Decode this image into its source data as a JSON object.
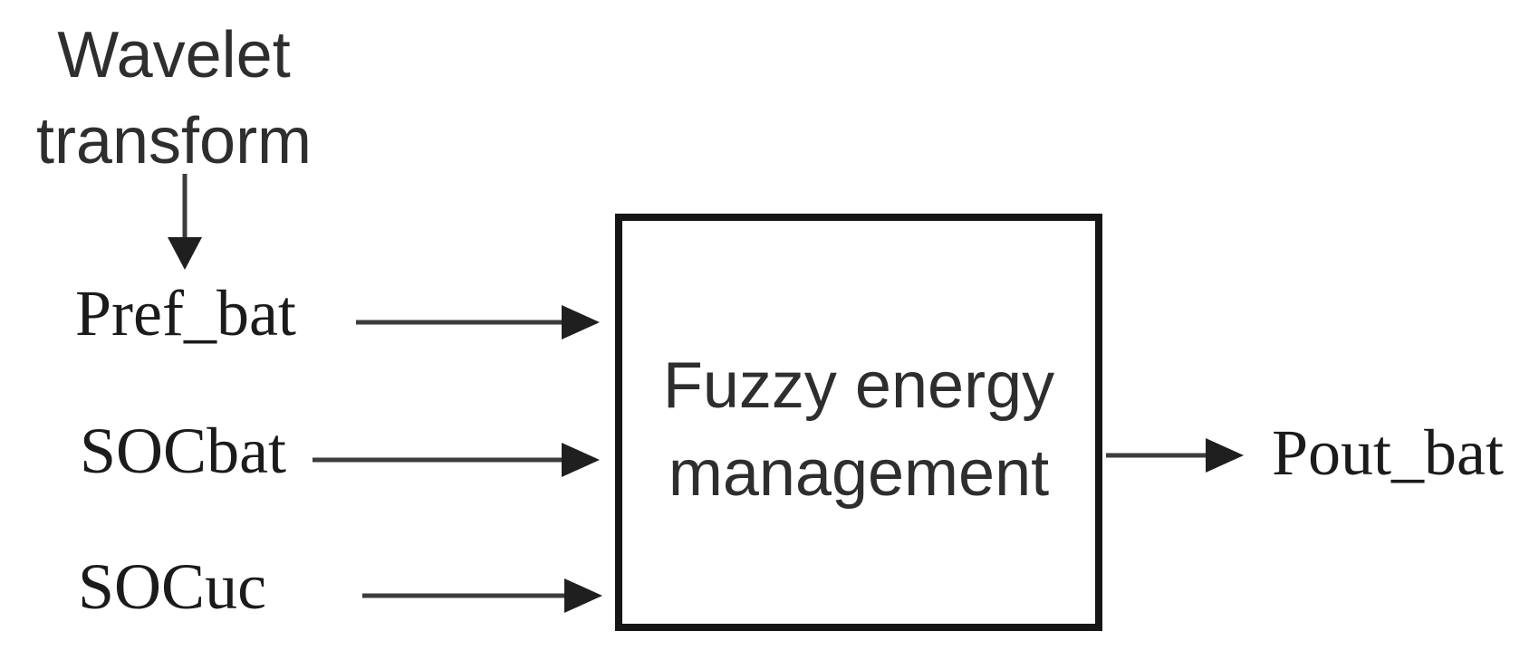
{
  "figure": {
    "preprocess_label": "Wavelet transform",
    "inputs": [
      {
        "label": "Pref_bat"
      },
      {
        "label": "SOCbat"
      },
      {
        "label": "SOCuc"
      }
    ],
    "block_label": "Fuzzy energy management",
    "output_label": "Pout_bat",
    "connections": [
      {
        "from": "Wavelet transform",
        "to": "Pref_bat"
      },
      {
        "from": "Pref_bat",
        "to": "Fuzzy energy management"
      },
      {
        "from": "SOCbat",
        "to": "Fuzzy energy management"
      },
      {
        "from": "SOCuc",
        "to": "Fuzzy energy management"
      },
      {
        "from": "Fuzzy energy management",
        "to": "Pout_bat"
      }
    ],
    "colors": {
      "background": "#ffffff",
      "text": "#2e2e2e",
      "serif_text": "#1b1b1b",
      "arrow_shaft": "#3c3c3c",
      "arrow_head": "#1f1f1f",
      "box_border": "#161616"
    }
  }
}
